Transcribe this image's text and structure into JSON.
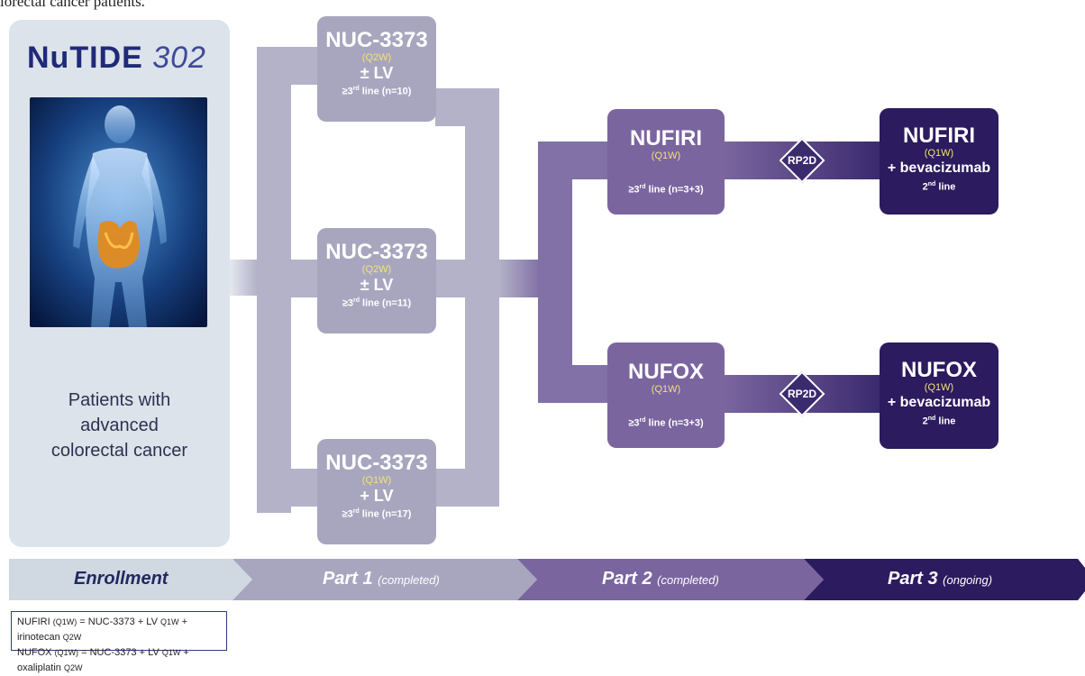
{
  "caption": "lorectal cancer patients.",
  "enrollment": {
    "logo_main": "NuTIDE",
    "logo_num": "302",
    "patients_line1": "Patients with",
    "patients_line2": "advanced",
    "patients_line3": "colorectal cancer"
  },
  "part1": [
    {
      "title": "NUC-3373",
      "dose": "(Q2W)",
      "lv": "± LV",
      "line_prefix": "≥3",
      "line_sup": "rd",
      "line_suffix": " line (n=10)"
    },
    {
      "title": "NUC-3373",
      "dose": "(Q2W)",
      "lv": "± LV",
      "line_prefix": "≥3",
      "line_sup": "rd",
      "line_suffix": " line (n=11)"
    },
    {
      "title": "NUC-3373",
      "dose": "(Q1W)",
      "lv": "+ LV",
      "line_prefix": "≥3",
      "line_sup": "rd",
      "line_suffix": " line (n=17)"
    }
  ],
  "part2": [
    {
      "title": "NUFIRI",
      "dose": "(Q1W)",
      "line_prefix": "≥3",
      "line_sup": "rd",
      "line_suffix": " line (n=3+3)"
    },
    {
      "title": "NUFOX",
      "dose": "(Q1W)",
      "line_prefix": "≥3",
      "line_sup": "rd",
      "line_suffix": " line (n=3+3)"
    }
  ],
  "rp2d": "RP2D",
  "part3": [
    {
      "title": "NUFIRI",
      "dose": "(Q1W)",
      "add": "+ bevacizumab",
      "line_prefix": "2",
      "line_sup": "nd",
      "line_suffix": " line"
    },
    {
      "title": "NUFOX",
      "dose": "(Q1W)",
      "add": "+ bevacizumab",
      "line_prefix": "2",
      "line_sup": "nd",
      "line_suffix": " line"
    }
  ],
  "timeline": {
    "enrollment": "Enrollment",
    "part1": "Part 1",
    "part1_status": "(completed)",
    "part2": "Part 2",
    "part2_status": "(completed)",
    "part3": "Part 3",
    "part3_status": "(ongoing)"
  },
  "legend": {
    "line1_a": "NUFIRI",
    "line1_b": "(Q1W)",
    "line1_c": "= NUC-3373 + LV",
    "line1_d": "Q1W",
    "line1_e": "+ irinotecan",
    "line1_f": "Q2W",
    "line2_a": "NUFOX",
    "line2_b": "(Q1W)",
    "line2_c": "= NUC-3373 + LV",
    "line2_d": "Q1W",
    "line2_e": "+ oxaliplatin",
    "line2_f": "Q2W"
  },
  "colors": {
    "part1": "#a8a6bf",
    "part2": "#7a659f",
    "part3": "#2c1b5e",
    "enrollment": "#dde3ea",
    "dose_text": "#f3e27a"
  }
}
